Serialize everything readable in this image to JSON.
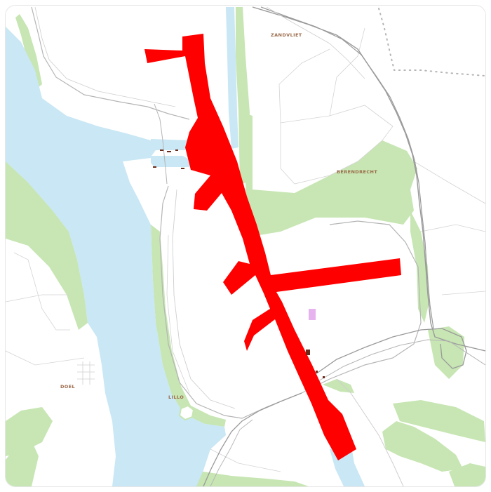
{
  "map": {
    "labels": {
      "zandvliet": "ZANDVLIET",
      "berendrecht": "BERENDRECHT",
      "doel": "DOEL",
      "lillo": "LILLO"
    },
    "colors": {
      "water": "#c9e7f4",
      "green": "#c7e6b3",
      "land": "#ffffff",
      "road": "#9a9a9a",
      "minor_road": "#bdbdbd",
      "highlight": "#ff0000",
      "label": "#9b6b4a",
      "boundary": "#b5b5b5",
      "poi_pink": "#e6b3ee",
      "poi_brown": "#6b2a1a"
    }
  }
}
